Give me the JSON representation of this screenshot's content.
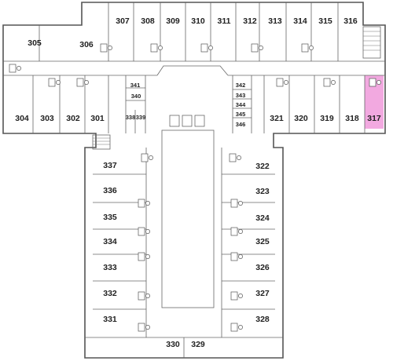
{
  "floor_plan": {
    "highlight_color": "#f2a9e0",
    "highlighted_room": "317",
    "rooms_top_row": [
      "307",
      "308",
      "309",
      "310",
      "311",
      "312",
      "313",
      "314",
      "315",
      "316"
    ],
    "rooms_west_wing": [
      "305",
      "306",
      "304",
      "303",
      "302",
      "301"
    ],
    "rooms_center_small": [
      "341",
      "340",
      "338",
      "339",
      "342",
      "343",
      "344",
      "345",
      "346"
    ],
    "rooms_east_wing": [
      "321",
      "320",
      "319",
      "318",
      "317"
    ],
    "rooms_south_west": [
      "337",
      "336",
      "335",
      "334",
      "333",
      "332",
      "331",
      "330"
    ],
    "rooms_south_east": [
      "322",
      "323",
      "324",
      "325",
      "326",
      "327",
      "328",
      "329"
    ]
  }
}
